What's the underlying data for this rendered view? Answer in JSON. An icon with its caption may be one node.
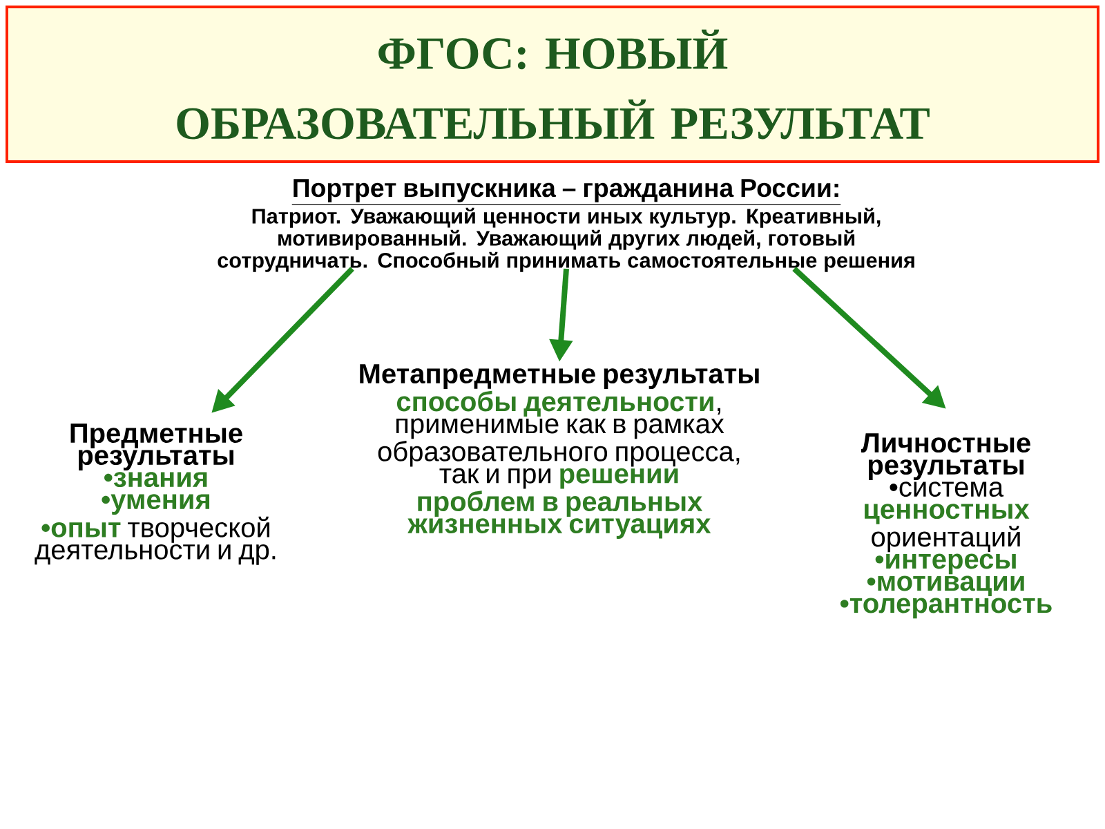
{
  "diagram": {
    "title": "ФГОС: НОВЫЙ ОБРАЗОВАТЕЛЬНЫЙ РЕЗУЛЬТАТ",
    "nodes": [
      {
        "text": [
          "Портрет выпускника – гражданина России:",
          "Патриот. Уважающий ценности иных культур. Креативный, мотивированный. Уважающий других людей, готовый сотрудничать. Способный принимать самостоятельные решения"
        ]
      },
      {
        "text": [
          "Предметные результаты",
          "**•знания**",
          "**•умения**",
          "**•опыт** творческой деятельности и др."
        ]
      },
      {
        "text": [
          "Метапредметные результаты",
          "**способы деятельности**, применимые как в рамках образовательного процесса, так и при **решении проблем** **в реальных жизненных ситуациях**"
        ]
      },
      {
        "text": [
          "Личностные результаты",
          "•система **ценностных** ориентаций",
          "**•интересы**",
          "**•мотивации**",
          "**•толерантность**"
        ]
      }
    ],
    "edges": [
      {
        "from": 0,
        "to": 1,
        "arrow": "to"
      },
      {
        "from": 0,
        "to": 2,
        "arrow": "to"
      },
      {
        "from": 0,
        "to": 3,
        "arrow": "to"
      }
    ]
  }
}
